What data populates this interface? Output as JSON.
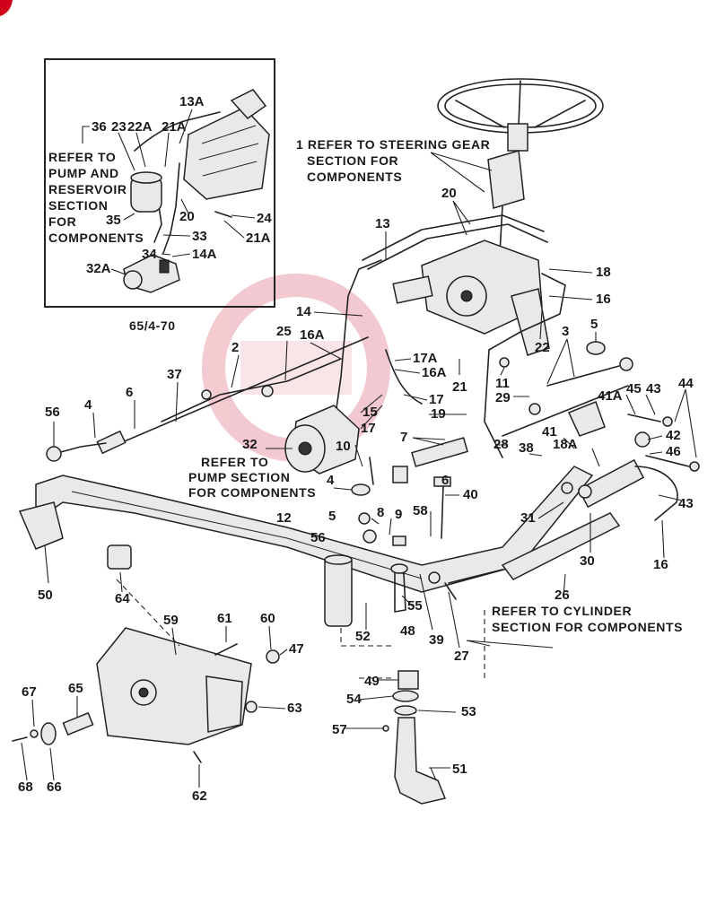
{
  "corner_badge_color": "#d0021b",
  "watermark_color": "#c8102e",
  "inset": {
    "note_lines": [
      "REFER TO",
      "PUMP AND",
      "RESERVOIR",
      "SECTION",
      "FOR",
      "COMPONENTS"
    ],
    "caption": "65/4-70",
    "labels": [
      "36",
      "23",
      "22A",
      "21A",
      "13A",
      "20",
      "24",
      "21A",
      "33",
      "14A",
      "34",
      "35",
      "32A"
    ]
  },
  "notes": {
    "steering_gear": [
      "1 REFER TO STEERING GEAR",
      "SECTION FOR",
      "COMPONENTS"
    ],
    "pump": [
      "REFER TO",
      "PUMP SECTION",
      "FOR COMPONENTS"
    ],
    "cylinder": [
      "REFER TO CYLINDER",
      "SECTION FOR COMPONENTS"
    ]
  },
  "labels": [
    "20",
    "13",
    "18",
    "16",
    "14",
    "22",
    "5",
    "25",
    "16A",
    "2",
    "17A",
    "16A",
    "37",
    "6",
    "4",
    "56",
    "17",
    "15",
    "17",
    "19",
    "21",
    "11",
    "3",
    "29",
    "41A",
    "45",
    "43",
    "44",
    "32",
    "10",
    "7",
    "4",
    "6",
    "28",
    "38",
    "41",
    "18A",
    "42",
    "46",
    "43",
    "40",
    "8",
    "9",
    "5",
    "58",
    "12",
    "56",
    "31",
    "30",
    "16",
    "50",
    "64",
    "55",
    "48",
    "52",
    "39",
    "27",
    "26",
    "59",
    "61",
    "60",
    "47",
    "49",
    "54",
    "53",
    "57",
    "51",
    "67",
    "65",
    "63",
    "68",
    "66",
    "62"
  ]
}
